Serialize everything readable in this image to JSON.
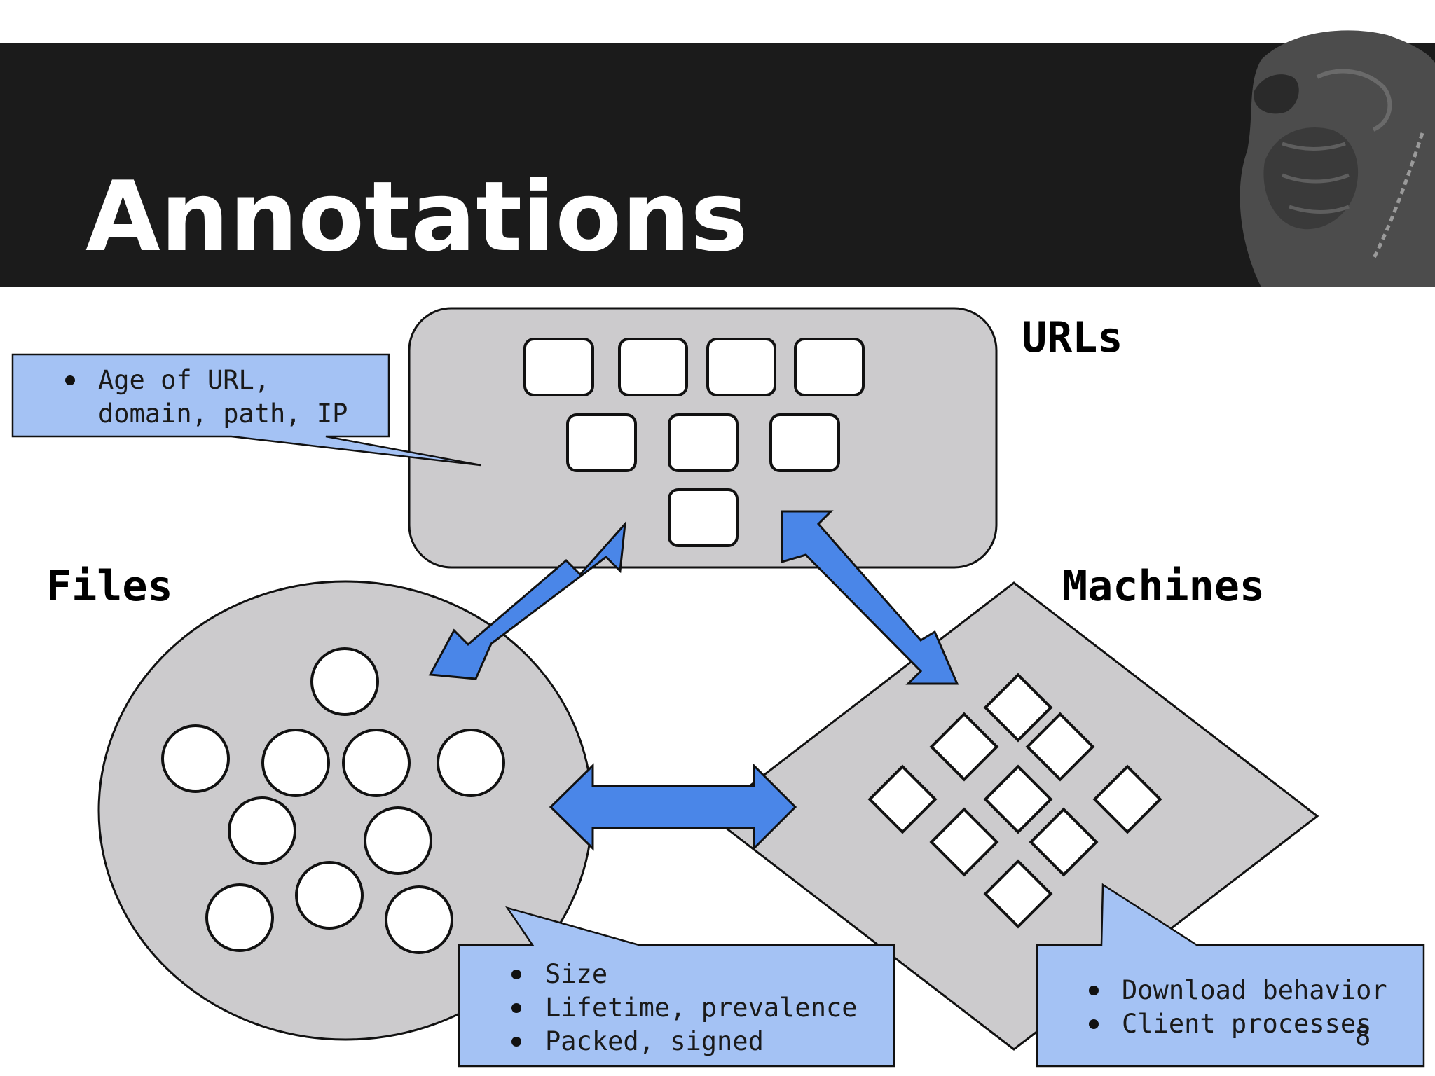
{
  "title": "Annotations",
  "labels": {
    "urls": "URLs",
    "files": "Files",
    "machines": "Machines"
  },
  "callouts": {
    "urls": [
      "Age of URL,",
      "domain, path, IP"
    ],
    "files": [
      "Size",
      "Lifetime, prevalence",
      "Packed, signed"
    ],
    "machines": [
      "Download behavior",
      "Client processes"
    ]
  },
  "page_number": "8",
  "colors": {
    "header_bg": "#1b1b1b",
    "shape_fill": "#cccbcd",
    "callout_fill": "#a4c2f4",
    "arrow_fill": "#4a86e8",
    "outline": "#111111"
  },
  "logo": "dog-photo"
}
